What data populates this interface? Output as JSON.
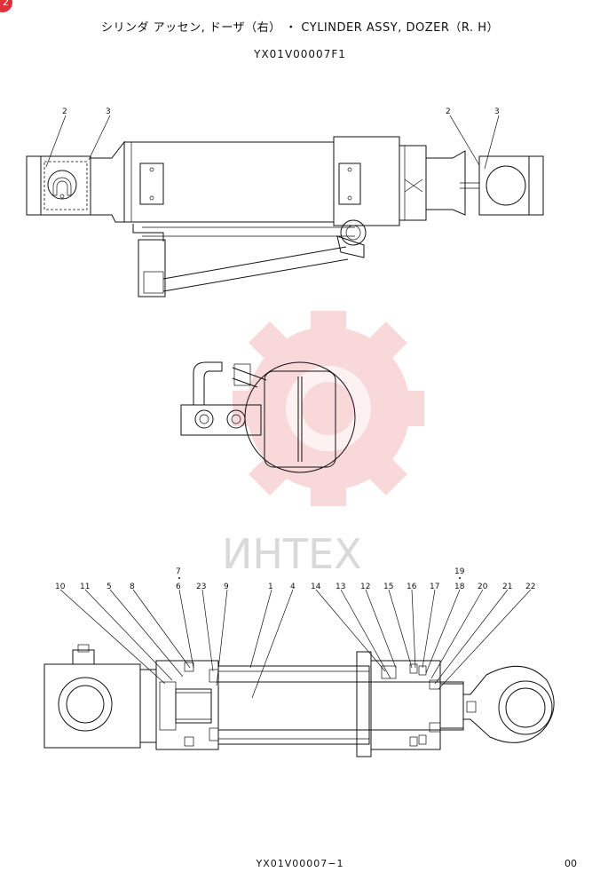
{
  "header": {
    "badge": "2",
    "title": "シリンダ アッセン, ドーザ（右） ・ CYLINDER ASSY, DOZER（R. H）",
    "code": "YX01V00007F1"
  },
  "watermark": {
    "text": "ИНТЕХ",
    "color": "#f6c9c9"
  },
  "top_view": {
    "labels": [
      {
        "id": "t-left-2",
        "text": "2"
      },
      {
        "id": "t-left-3",
        "text": "3"
      },
      {
        "id": "t-right-2",
        "text": "2"
      },
      {
        "id": "t-right-3",
        "text": "3"
      }
    ]
  },
  "section_view": {
    "labels": {
      "p7": "7",
      "p19": "19",
      "p10": "10",
      "p11": "11",
      "p5": "5",
      "p8": "8",
      "p6": "6",
      "p23": "23",
      "p9": "9",
      "p1": "1",
      "p4": "4",
      "p14": "14",
      "p13": "13",
      "p12": "12",
      "p15": "15",
      "p16": "16",
      "p17": "17",
      "p18": "18",
      "p20": "20",
      "p21": "21",
      "p22": "22"
    }
  },
  "footer": {
    "code": "YX01V00007−1",
    "rev": "00"
  }
}
